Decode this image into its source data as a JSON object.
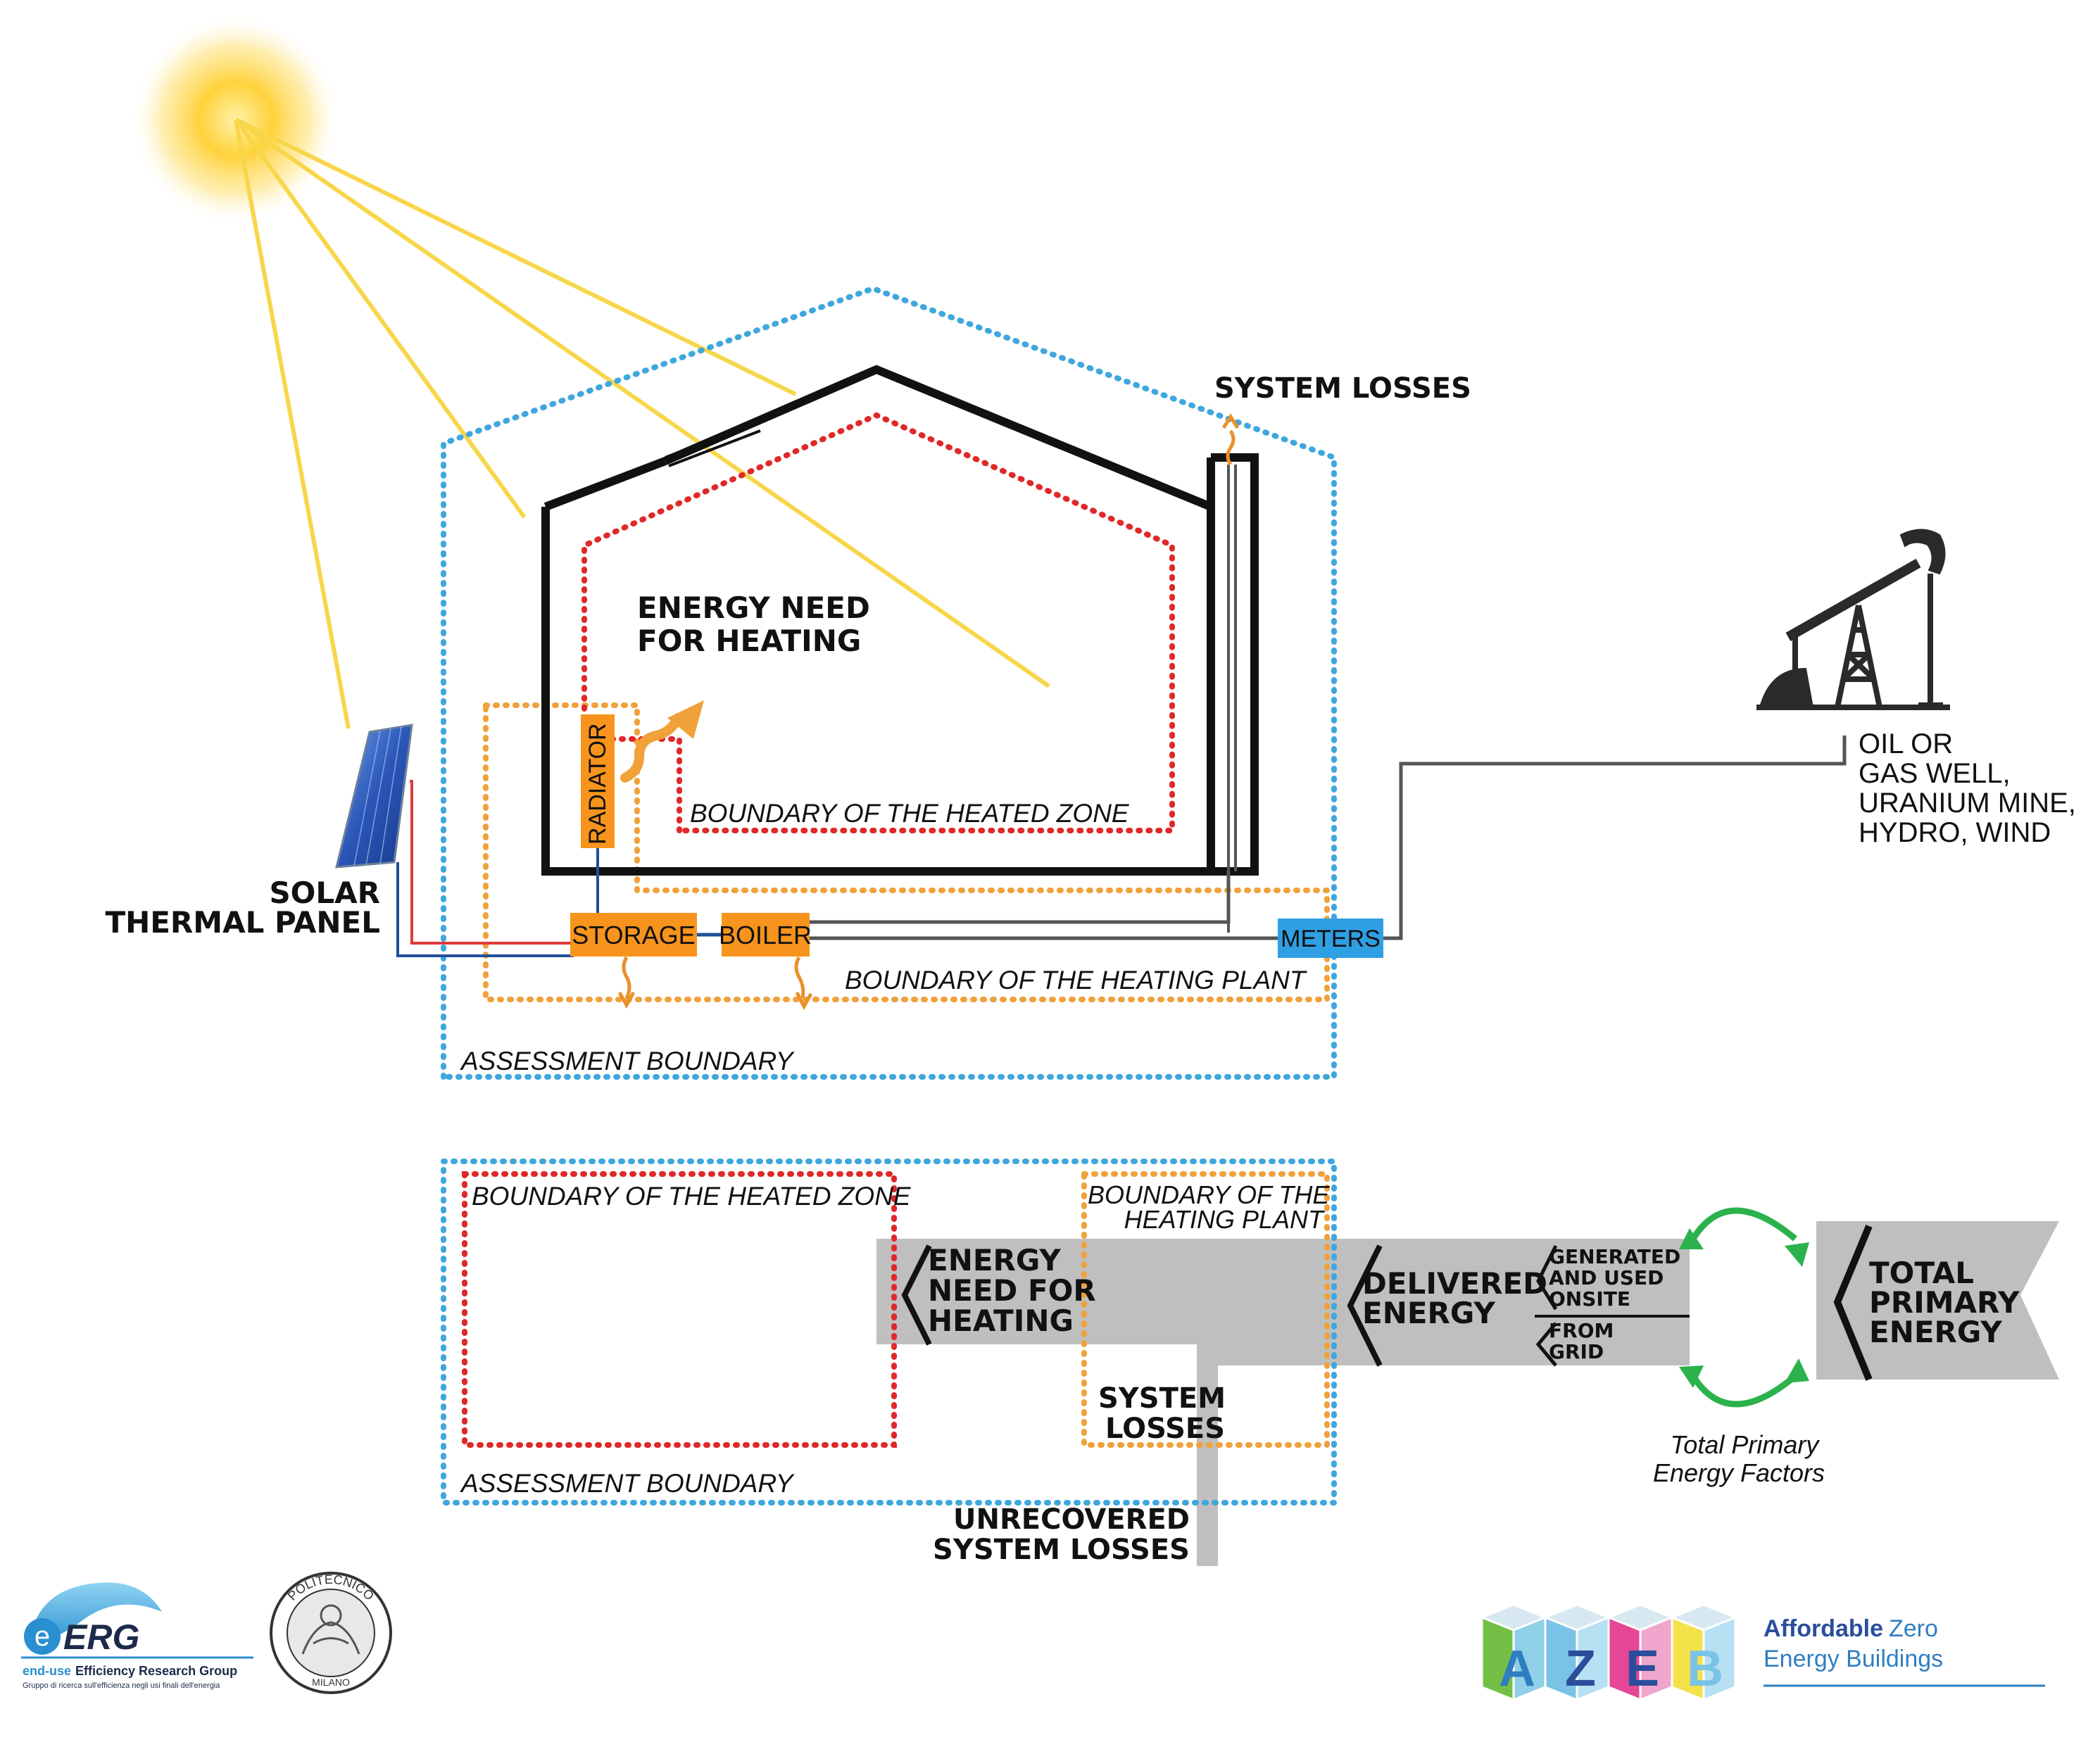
{
  "top": {
    "system_losses": "SYSTEM LOSSES",
    "energy_need_1": "ENERGY NEED",
    "energy_need_2": "FOR HEATING",
    "radiator": "RADIATOR",
    "heated_zone": "BOUNDARY OF THE HEATED ZONE",
    "solar_1": "SOLAR",
    "solar_2": "THERMAL PANEL",
    "storage": "STORAGE",
    "boiler": "BOILER",
    "meters": "METERS",
    "heating_plant": "BOUNDARY OF THE HEATING PLANT",
    "assessment": "ASSESSMENT BOUNDARY",
    "source_1": "OIL OR",
    "source_2": "GAS WELL,",
    "source_3": "URANIUM MINE,",
    "source_4": "HYDRO,  WIND"
  },
  "bottom": {
    "heated_zone": "BOUNDARY OF THE HEATED ZONE",
    "heating_plant_1": "BOUNDARY OF THE",
    "heating_plant_2": "HEATING PLANT",
    "energy_need_1": "ENERGY",
    "energy_need_2": "NEED FOR",
    "energy_need_3": "HEATING",
    "delivered_1": "DELIVERED",
    "delivered_2": "ENERGY",
    "generated_1": "GENERATED",
    "generated_2": "AND USED",
    "generated_3": "ONSITE",
    "grid_1": "FROM",
    "grid_2": "GRID",
    "total_1": "TOTAL",
    "total_2": "PRIMARY",
    "total_3": "ENERGY",
    "system_losses_1": "SYSTEM",
    "system_losses_2": "LOSSES",
    "assessment": "ASSESSMENT BOUNDARY",
    "unrecovered_1": "UNRECOVERED",
    "unrecovered_2": "SYSTEM LOSSES",
    "tpef_1": "Total Primary",
    "tpef_2": "Energy Factors"
  },
  "logos": {
    "eerg_e": "e",
    "eerg_name": "ERG",
    "eerg_line1_a": "end-use",
    "eerg_line1_b": "Efficiency Research Group",
    "eerg_line2": "Gruppo di ricerca sull'efficienza negli usi finali dell'energia",
    "polimi_top": "POLITECNICO",
    "polimi_bottom": "MILANO",
    "azeb_a": "A",
    "azeb_z": "Z",
    "azeb_e": "E",
    "azeb_b": "B",
    "azeb_name_1a": "Affordable",
    "azeb_name_1b": "Zero",
    "azeb_name_2": "Energy Buildings"
  },
  "colors": {
    "sun": "#ffd23a",
    "ray": "#f7d64a",
    "assessment_boundary": "#3ea7de",
    "heated_zone": "#e02828",
    "heating_plant": "#f0a13a",
    "component_box": "#f7941d",
    "meters_box": "#2f9fe3",
    "flow_band": "#bfbfbf",
    "arrows_green": "#2bb24c",
    "pipe_hot": "#e03a3a",
    "pipe_cold": "#1f4f9a",
    "grey_line": "#555555"
  }
}
